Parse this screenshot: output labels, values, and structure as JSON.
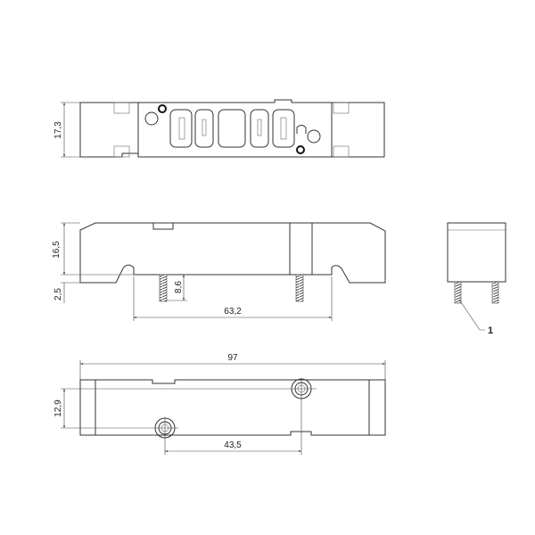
{
  "dimensions": {
    "top_height": "17,3",
    "side_height": "16,5",
    "base_offset": "2,5",
    "screw_length": "8,6",
    "screw_spacing": "63,2",
    "total_length": "97",
    "hole_offset_y": "12,9",
    "hole_spacing_x": "43,5"
  },
  "callout": "1"
}
